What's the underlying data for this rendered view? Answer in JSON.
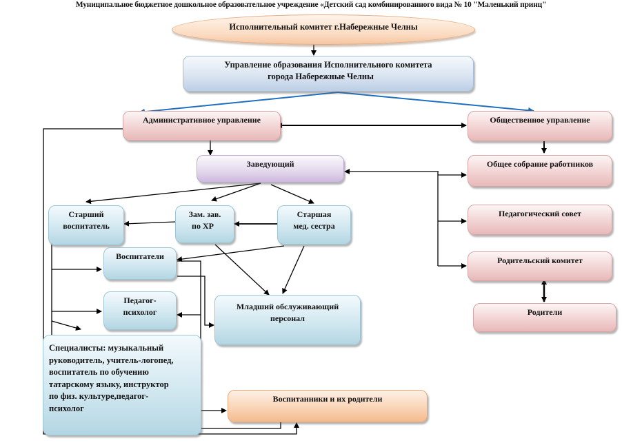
{
  "title": "Муниципальное бюджетное дошкольное образовательное учреждение «Детский  сад комбинированного вида № 10 \"Маленький принц\"",
  "nodes": {
    "executive_committee": "Исполнительный комитет г.Набережные Челны",
    "education_department": [
      "Управление образования Исполнительного комитета",
      "города Набережные Челны"
    ],
    "administrative_management": "Административное управление",
    "public_management": "Общественное управление",
    "head": "Заведующий",
    "general_meeting": "Общее собрание работников",
    "pedagogical_council": "Педагогический совет",
    "parent_committee": "Родительский комитет",
    "parents": "Родители",
    "senior_educator": [
      "Старший",
      "воспитатель"
    ],
    "deputy_head_economic": [
      "Зам. зав.",
      "по ХР"
    ],
    "senior_nurse": [
      "Старшая",
      "мед. сестра"
    ],
    "educators": "Воспитатели",
    "psychologist": [
      "Педагог-",
      "психолог"
    ],
    "junior_staff": [
      "Младший обслуживающий",
      "персонал"
    ],
    "specialists": [
      "Специалисты: музыкальный",
      "руководитель, учитель-логопед,",
      "воспитатель по обучению",
      "татарскому языку, инструктор",
      "по физ. культуре,педагог-",
      "психолог"
    ],
    "pupils_and_parents": "Воспитанники и их родители"
  },
  "colors": {
    "blue_connector": "#1f6fbf",
    "black_connector": "#000000"
  }
}
